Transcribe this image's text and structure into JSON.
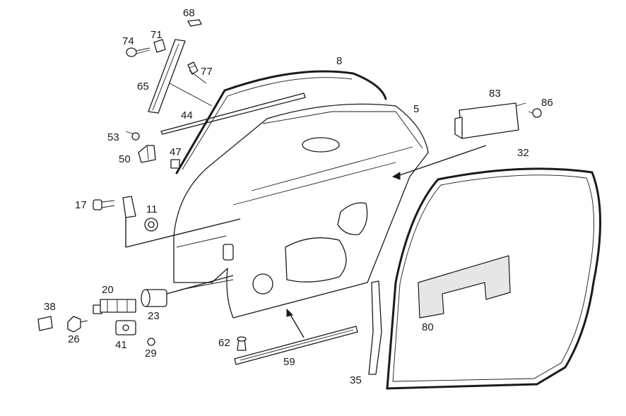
{
  "callouts": [
    {
      "id": "68",
      "text": "68"
    },
    {
      "id": "74",
      "text": "74"
    },
    {
      "id": "71",
      "text": "71"
    },
    {
      "id": "77",
      "text": "77"
    },
    {
      "id": "8",
      "text": "8"
    },
    {
      "id": "65",
      "text": "65"
    },
    {
      "id": "83",
      "text": "83"
    },
    {
      "id": "86",
      "text": "86"
    },
    {
      "id": "5",
      "text": "5"
    },
    {
      "id": "44",
      "text": "44"
    },
    {
      "id": "53",
      "text": "53"
    },
    {
      "id": "32",
      "text": "32"
    },
    {
      "id": "50",
      "text": "50"
    },
    {
      "id": "47",
      "text": "47"
    },
    {
      "id": "17",
      "text": "17"
    },
    {
      "id": "11",
      "text": "11"
    },
    {
      "id": "20",
      "text": "20"
    },
    {
      "id": "38",
      "text": "38"
    },
    {
      "id": "23",
      "text": "23"
    },
    {
      "id": "80",
      "text": "80"
    },
    {
      "id": "26",
      "text": "26"
    },
    {
      "id": "41",
      "text": "41"
    },
    {
      "id": "62",
      "text": "62"
    },
    {
      "id": "29",
      "text": "29"
    },
    {
      "id": "59",
      "text": "59"
    },
    {
      "id": "35",
      "text": "35"
    }
  ]
}
